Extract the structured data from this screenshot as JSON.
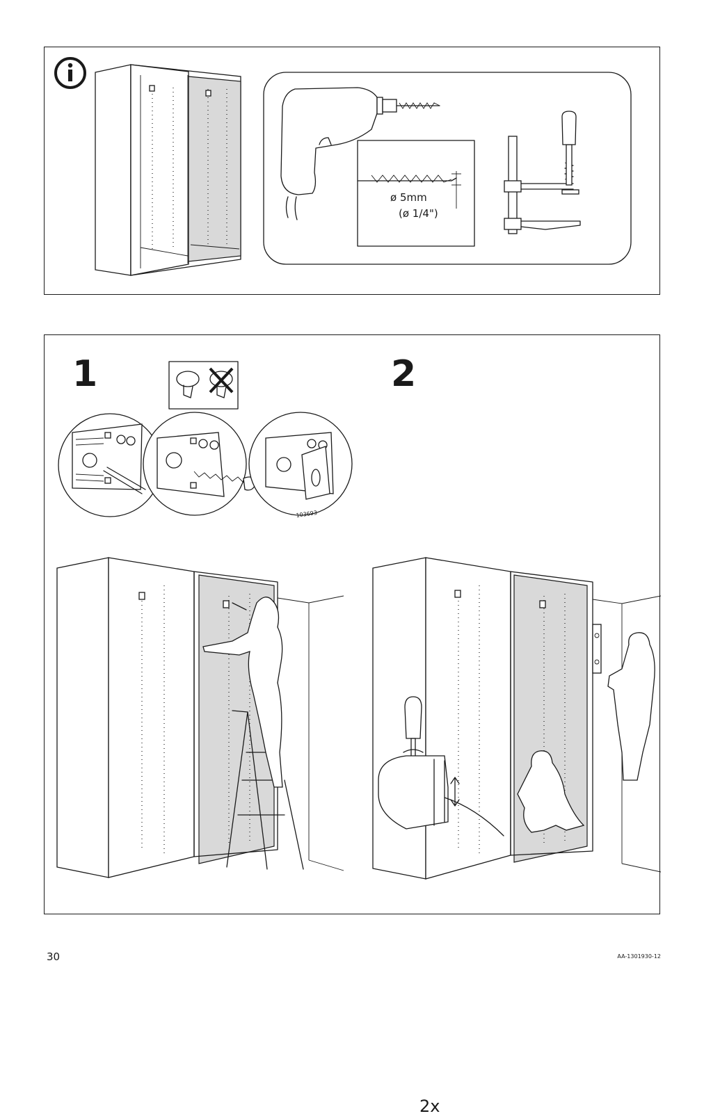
{
  "info": {
    "icon": "info-icon",
    "drill_bit_diameter_mm": "ø 5mm",
    "drill_bit_diameter_in": "(ø 1/4\")"
  },
  "steps": [
    {
      "number": "1"
    },
    {
      "number": "2"
    }
  ],
  "step1": {
    "part_number": "103693"
  },
  "step2": {
    "quantity": "2x"
  },
  "footer": {
    "page_number": "30",
    "document_code": "AA-1301930-12"
  }
}
